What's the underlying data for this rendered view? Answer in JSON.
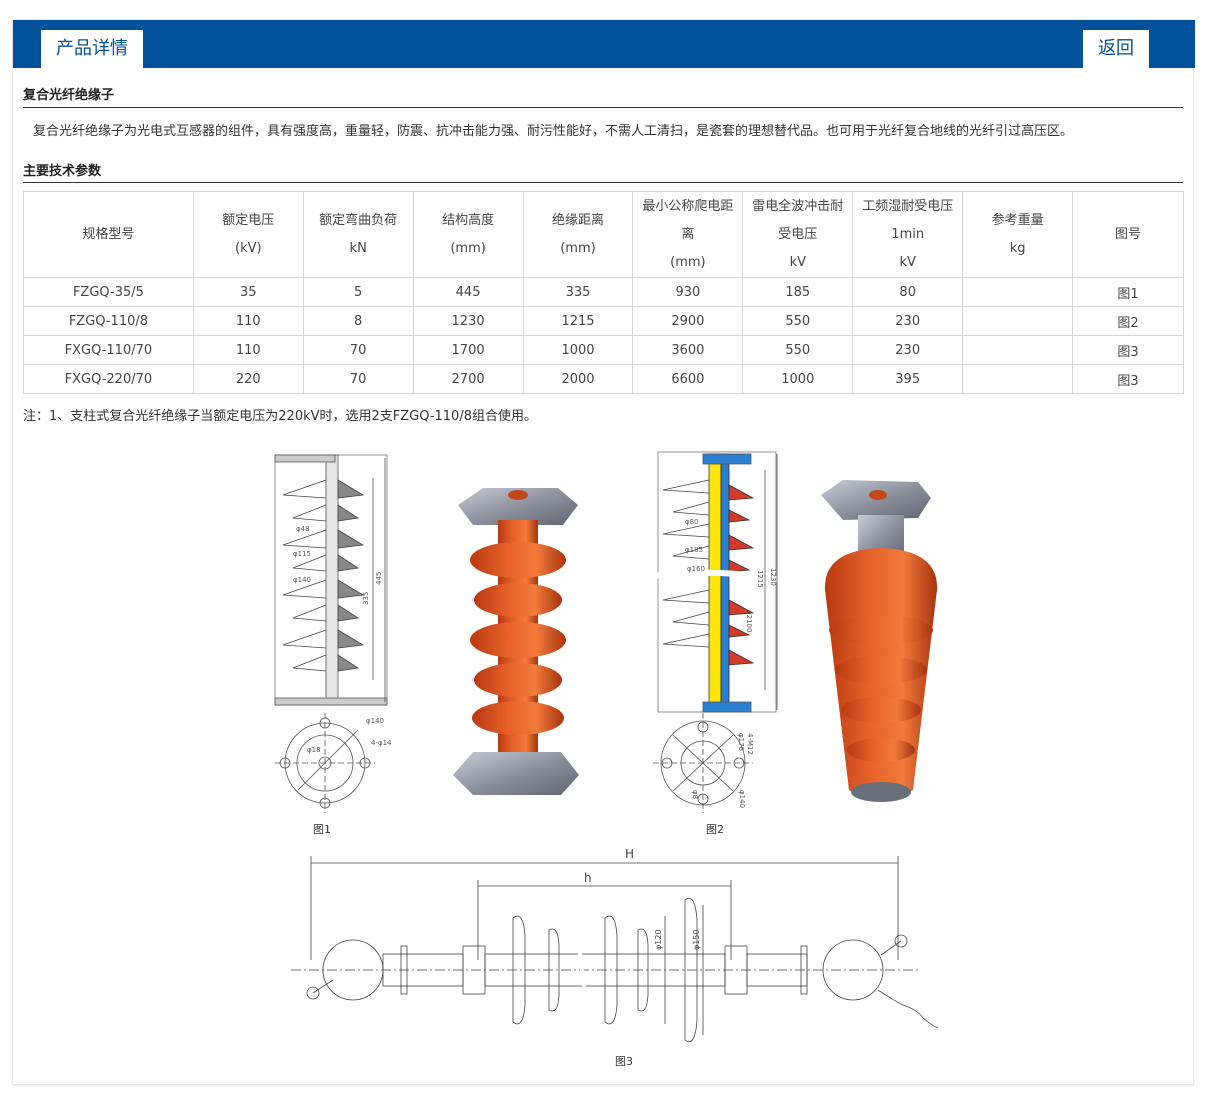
{
  "header": {
    "tab_label": "产品详情",
    "back_label": "返回"
  },
  "product": {
    "title": "复合光纤绝缘子",
    "description": "复合光纤绝缘子为光电式互感器的组件，具有强度高，重量轻，防震、抗冲击能力强、耐污性能好，不需人工清扫，是瓷套的理想替代品。也可用于光纤复合地线的光纤引过高压区。"
  },
  "spec_section": {
    "title": "主要技术参数",
    "headers": [
      [
        "规格型号"
      ],
      [
        "额定电压",
        "(kV)"
      ],
      [
        "额定弯曲负荷",
        "kN"
      ],
      [
        "结构高度",
        "(mm)"
      ],
      [
        "绝缘距离",
        "(mm)"
      ],
      [
        "最小公称爬电距",
        "离",
        "(mm)"
      ],
      [
        "雷电全波冲击耐",
        "受电压",
        "kV"
      ],
      [
        "工频湿耐受电压",
        "1min",
        "kV"
      ],
      [
        "参考重量",
        "kg"
      ],
      [
        "图号"
      ]
    ],
    "rows": [
      [
        "FZGQ-35/5",
        "35",
        "5",
        "445",
        "335",
        "930",
        "185",
        "80",
        "",
        "图1"
      ],
      [
        "FZGQ-110/8",
        "110",
        "8",
        "1230",
        "1215",
        "2900",
        "550",
        "230",
        "",
        "图2"
      ],
      [
        "FXGQ-110/70",
        "110",
        "70",
        "1700",
        "1000",
        "3600",
        "550",
        "230",
        "",
        "图3"
      ],
      [
        "FXGQ-220/70",
        "220",
        "70",
        "2700",
        "2000",
        "6600",
        "1000",
        "395",
        "",
        "图3"
      ]
    ]
  },
  "note": "注：1、支柱式复合光纤绝缘子当额定电压为220kV时，选用2支FZGQ-110/8组合使用。",
  "figures": {
    "fig1": {
      "caption": "图1",
      "dims": [
        "φ48",
        "φ115",
        "φ140",
        "335",
        "445",
        "φ140",
        "4-φ14",
        "φ18"
      ]
    },
    "fig2": {
      "caption": "图2",
      "dims": [
        "φ80",
        "φ185",
        "φ160",
        "1215",
        "1230",
        "φ2100",
        "4-M12",
        "φ176",
        "φ140",
        "φ8"
      ]
    },
    "fig3": {
      "caption": "图3",
      "dims": [
        "H",
        "h",
        "φ120",
        "φ150"
      ]
    }
  },
  "colors": {
    "brand": "#00519a",
    "rubber": "#e0531f",
    "fiber_core": "#ffe600",
    "flange": "#2a7fd0",
    "shed_red": "#d43a2a"
  }
}
